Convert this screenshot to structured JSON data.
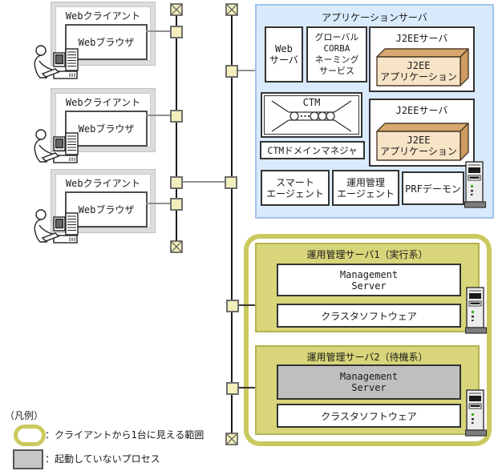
{
  "web_clients": {
    "title": "Webクライアント",
    "browser_label": "Webブラウザ"
  },
  "application_server": {
    "title": "アプリケーションサーバ",
    "web_server_label": "Web\nサーバ",
    "corba_label": "グローバル\nCORBA\nネーミング\nサービス",
    "j2ee_server_label": "J2EEサーバ",
    "j2ee_application_label": "J2EE\nアプリケーション",
    "ctm_label": "CTM",
    "ctm_domain_manager_label": "CTMドメインマネジャ",
    "smart_agent_label": "スマート\nエージェント",
    "operation_agent_label": "運用管理\nエージェント",
    "prf_daemon_label": "PRFデーモン"
  },
  "management_servers": {
    "server1_title": "運用管理サーバ1（実行系）",
    "server2_title": "運用管理サーバ2（待機系）",
    "management_server_label": "Management\nServer",
    "cluster_software_label": "クラスタソフトウェア"
  },
  "legend": {
    "heading": "（凡例）",
    "visible_scope_label": "：クライアントから1台に見える範囲",
    "inactive_process_label": "：起動していないプロセス"
  },
  "colors": {
    "app_server_fill": "#d9eafc",
    "app_server_border": "#9fc4e8",
    "cluster_ring": "#c9c95e",
    "mgmt_server_fill": "#d8d57a",
    "j2ee_app_face": "#f7e3c6",
    "j2ee_app_side": "#d8a870",
    "inactive_process_fill": "#bfbfbf",
    "network_node_fill": "#f2efbc"
  }
}
